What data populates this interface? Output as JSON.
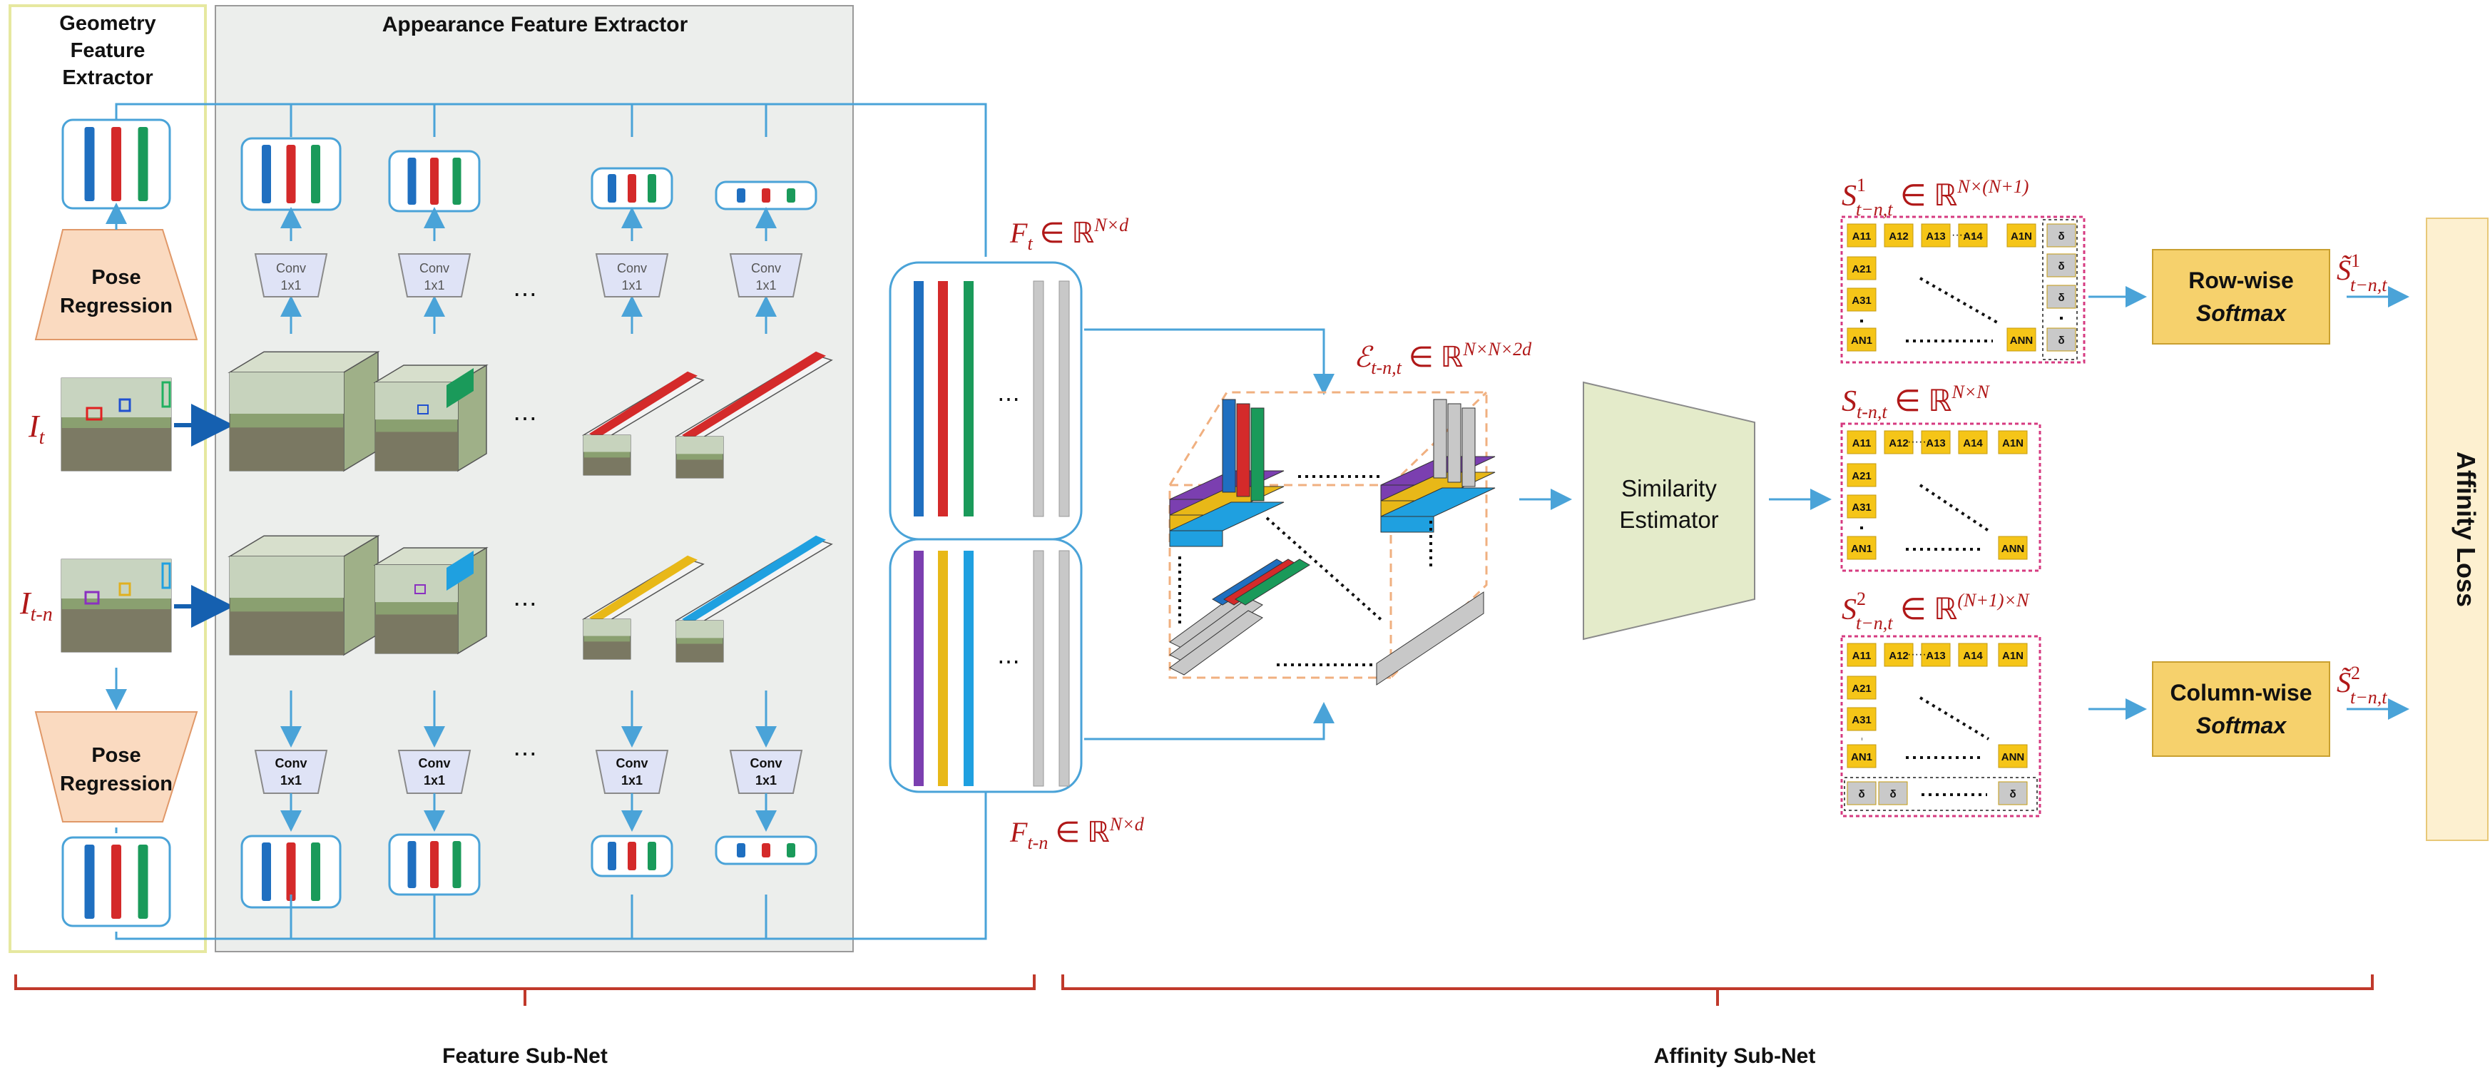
{
  "geometry_extractor": {
    "title_line1": "Geometry",
    "title_line2": "Feature",
    "title_line3": "Extractor",
    "pose_line1": "Pose",
    "pose_line2": "Regression"
  },
  "appearance_extractor": {
    "title": "Appearance Feature Extractor",
    "conv_line1": "Conv",
    "conv_line2": "1x1",
    "ellipsis": "⋯"
  },
  "inputs": {
    "frame_t": "I",
    "frame_t_sub": "t",
    "frame_tn": "I",
    "frame_tn_sub": "t-n"
  },
  "features": {
    "ft_main": "F",
    "ft_sub": "t",
    "ft_rest": " ∈ ℝ",
    "ft_sup": "N×d",
    "ftn_main": "F",
    "ftn_sub": "t-n",
    "ftn_rest": " ∈ ℝ",
    "ftn_sup": "N×d",
    "ellipsis": "⋯"
  },
  "tensor": {
    "main": "ℰ",
    "sub": "t-n,t",
    "rest": " ∈ ℝ",
    "sup": "N×N×2d"
  },
  "similarity": {
    "line1": "Similarity",
    "line2": "Estimator"
  },
  "matrices": {
    "s1_label": "S",
    "s1_sup": "1",
    "s1_sub": "t−n,t",
    "s1_rest": " ∈ ℝ",
    "s1_dim": "N×(N+1)",
    "s_label": "S",
    "s_sub": "t-n,t",
    "s_rest": " ∈ ℝ",
    "s_dim": "N×N",
    "s2_label": "S",
    "s2_sup": "2",
    "s2_sub": "t−n,t",
    "s2_rest": " ∈ ℝ",
    "s2_dim": "(N+1)×N",
    "a11": "A11",
    "a12": "A12",
    "a13": "A13",
    "a14": "A14",
    "a1n": "A1N",
    "a21": "A21",
    "a31": "A31",
    "an1": "AN1",
    "ann": "ANN",
    "delta": "δ",
    "dots": "······"
  },
  "softmax": {
    "row_line1": "Row-wise",
    "row_line2": "Softmax",
    "col_line1": "Column-wise",
    "col_line2": "Softmax",
    "out1_label": "S̃",
    "out1_sup": "1",
    "out1_sub": "t−n,t",
    "out2_label": "S̃",
    "out2_sup": "2",
    "out2_sub": "t−n,t"
  },
  "loss": {
    "label": "Affinity Loss"
  },
  "subnets": {
    "feature": "Feature Sub-Net",
    "affinity": "Affinity Sub-Net"
  },
  "colors": {
    "blue": "#1f6fc0",
    "red": "#d42a2a",
    "green": "#1a9a5a",
    "purple": "#7b3fb0",
    "yellow": "#e8b818",
    "cyan": "#1fa0e0",
    "gray": "#c8c8c8",
    "pose_fill": "#fadac0",
    "sim_fill": "#e4ebca",
    "softmax_fill": "#f6d16c",
    "loss_fill": "#fdf0d0",
    "matrix_cell": "#f5c518",
    "bracket": "#c0392b"
  }
}
